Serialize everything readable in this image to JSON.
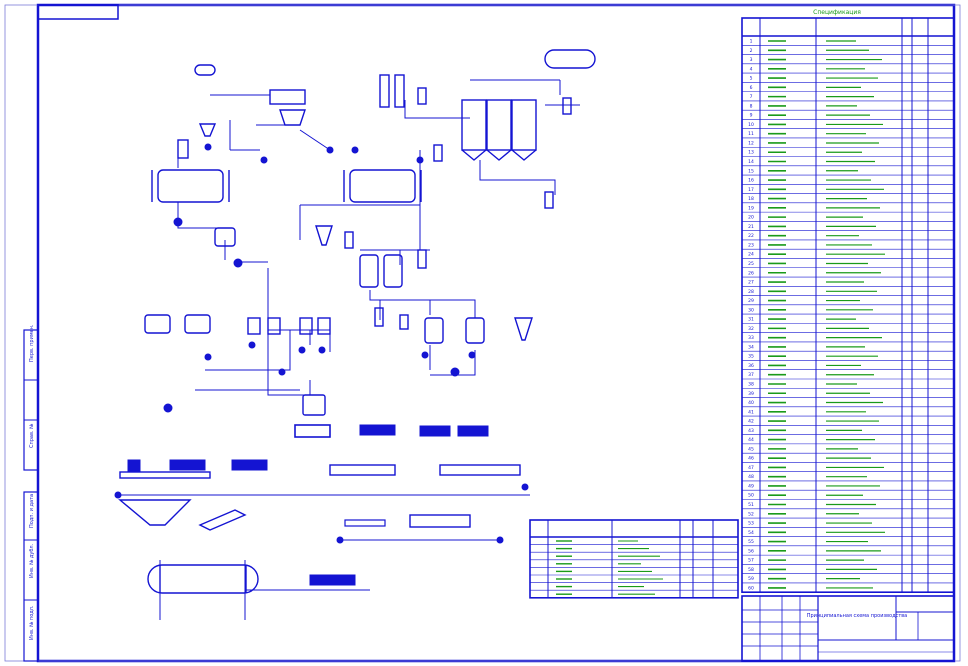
{
  "colors": {
    "frame": "#1414d2",
    "line": "#1414d2",
    "table_text": "#1a9a1a",
    "label": "#1414d2"
  },
  "spec_table": {
    "title": "Спецификация",
    "row_numbers": [
      "1",
      "2",
      "3",
      "4",
      "5",
      "6",
      "7",
      "8",
      "9",
      "10",
      "11",
      "12",
      "13",
      "14",
      "15",
      "16",
      "17",
      "18",
      "19",
      "20",
      "21",
      "22",
      "23",
      "24",
      "25",
      "26",
      "27",
      "28",
      "29",
      "30",
      "31",
      "32",
      "33",
      "34",
      "35",
      "36",
      "37",
      "38",
      "39",
      "40",
      "41",
      "42",
      "43",
      "44",
      "45",
      "46",
      "47",
      "48",
      "49",
      "50",
      "51",
      "52",
      "53",
      "54",
      "55",
      "56",
      "57",
      "58",
      "59",
      "60"
    ]
  },
  "title_block": {
    "caption": "Принципиальная схема производства"
  },
  "small_table": {
    "rows": 8
  }
}
